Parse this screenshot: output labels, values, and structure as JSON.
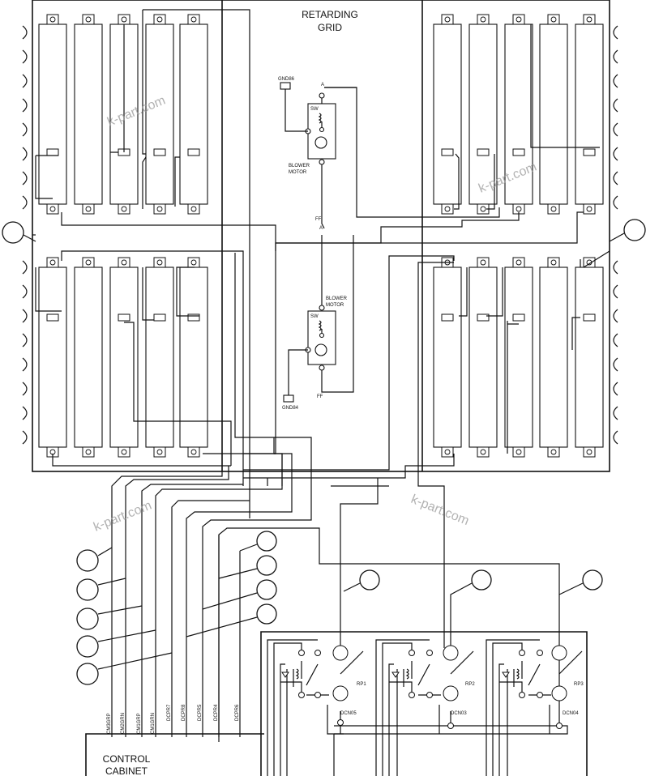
{
  "grid": {
    "title_line1": "RETARDING",
    "title_line2": "GRID"
  },
  "blowers": [
    {
      "label_line1": "BLOWER",
      "label_line2": "MOTOR",
      "ground": "GND86",
      "top_terminal": "A",
      "bottom_terminal": "FF",
      "switch": "SW"
    },
    {
      "label_line1": "BLOWER",
      "label_line2": "MOTOR",
      "ground": "GND84",
      "top_terminal": "A",
      "bottom_terminal": "FF",
      "switch": "SW"
    }
  ],
  "junction_labels": {
    "upper_ff": "FF",
    "lower_a": "A"
  },
  "cabinet": {
    "title_line1": "CONTROL",
    "title_line2": "CABINET"
  },
  "cable_labels": [
    "CM3GRP",
    "CM2GRN",
    "CM1GRP",
    "CM1GRN",
    "DCPR7",
    "DCPR8",
    "DCPR5",
    "DCPR4",
    "DCPR6"
  ],
  "contactors": [
    {
      "relay": "RP1",
      "dcn": "DCN05"
    },
    {
      "relay": "RP2",
      "dcn": "DCN03"
    },
    {
      "relay": "RP3",
      "dcn": "DCN04"
    }
  ],
  "watermark": "k-part.com"
}
